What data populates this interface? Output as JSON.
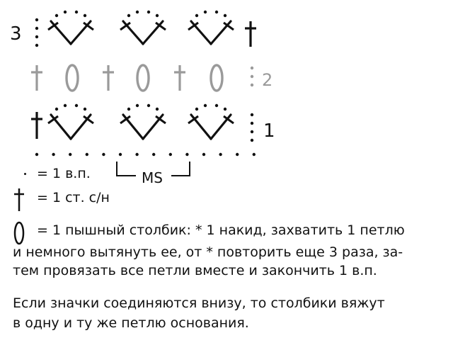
{
  "diagram": {
    "row_labels": {
      "row3": "3",
      "row2": "2",
      "row1": "1"
    },
    "ms_label": "MS",
    "colors": {
      "ink": "#111111",
      "grey": "#9a9a9a"
    },
    "symbols": [
      "chain-dot",
      "double-crochet-cross",
      "puff-stitch"
    ]
  },
  "legend": {
    "chain": "= 1 в.п.",
    "dc": "= 1 ст. с/н",
    "puff": "= 1 пышный столбик: * 1 накид, захватить 1 петлю"
  },
  "description": {
    "line1": "и немного вытянуть ее, от * повторить еще 3 раза, за-",
    "line2": "тем провязать все петли вместе и закончить 1 в.п.",
    "line3": "Если значки соединяются внизу, то столбики вяжут",
    "line4": "в одну и ту же петлю основания."
  }
}
